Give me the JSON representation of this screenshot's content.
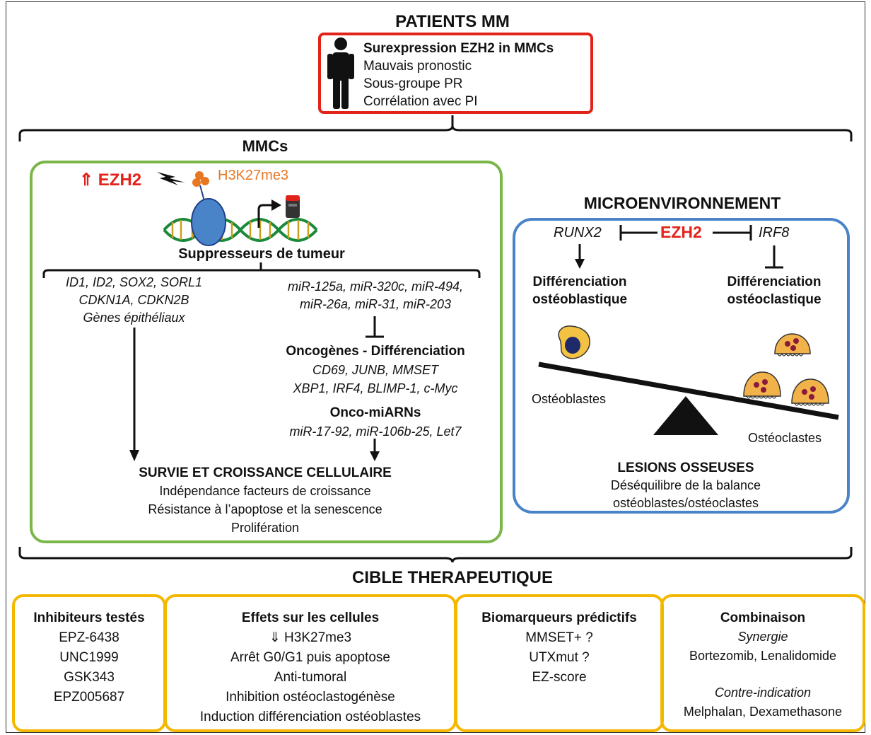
{
  "patients": {
    "title": "PATIENTS MM",
    "line1": "Surexpression EZH2 in MMCs",
    "line2": "Mauvais pronostic",
    "line3": "Sous-groupe PR",
    "line4": "Corrélation avec PI"
  },
  "mmc": {
    "title": "MMCs",
    "ezh2_label": "⇑ EZH2",
    "h3k27_label": "H3K27me3",
    "suppresseurs": "Suppresseurs de tumeur",
    "genes": {
      "l1": "ID1, ID2, SOX2, SORL1",
      "l2": "CDKN1A, CDKN2B",
      "l3": "Gènes épithéliaux"
    },
    "mirs": {
      "l1": "miR-125a, miR-320c, miR-494,",
      "l2": "miR-26a, miR-31, miR-203"
    },
    "oncogenes": {
      "title": "Oncogènes - Différenciation",
      "l1": "CD69, JUNB, MMSET",
      "l2": "XBP1, IRF4, BLIMP-1, c-Myc"
    },
    "oncomir": {
      "title": "Onco-miARNs",
      "l1": "miR-17-92, miR-106b-25, Let7"
    },
    "survie": {
      "title": "SURVIE ET CROISSANCE CELLULAIRE",
      "l1": "Indépendance facteurs de croissance",
      "l2": "Résistance à l’apoptose et la senescence",
      "l3": "Prolifération"
    }
  },
  "micro": {
    "title": "MICROENVIRONNEMENT",
    "runx2": "RUNX2",
    "ezh2": "EZH2",
    "irf8": "IRF8",
    "diff_osteoblast_1": "Différenciation",
    "diff_osteoblast_2": "ostéoblastique",
    "diff_osteoclast_1": "Différenciation",
    "diff_osteoclast_2": "ostéoclastique",
    "osteoblastes": "Ostéoblastes",
    "osteoclastes": "Ostéoclastes",
    "lesions_title": "LESIONS OSSEUSES",
    "lesions_l1": "Déséquilibre de la balance",
    "lesions_l2": "ostéoblastes/ostéoclastes"
  },
  "cible": {
    "title": "CIBLE THERAPEUTIQUE",
    "inhibiteurs": {
      "title": "Inhibiteurs testés",
      "items": [
        "EPZ-6438",
        "UNC1999",
        "GSK343",
        "EPZ005687"
      ]
    },
    "effets": {
      "title": "Effets sur les cellules",
      "items": [
        "⇓ H3K27me3",
        "Arrêt G0/G1 puis apoptose",
        "Anti-tumoral",
        "Inhibition ostéoclastogénèse",
        "Induction différenciation ostéoblastes"
      ]
    },
    "biomarqueurs": {
      "title": "Biomarqueurs prédictifs",
      "items": [
        "MMSET+ ?",
        "UTXmut ?",
        "EZ-score"
      ]
    },
    "combinaison": {
      "title": "Combinaison",
      "synergie": "Synergie",
      "synergie_drugs": "Bortezomib, Lenalidomide",
      "contre": "Contre-indication",
      "contre_drugs": "Melphalan, Dexamethasone"
    }
  },
  "colors": {
    "red": "#e2231a",
    "green": "#7ab648",
    "blue": "#4a84c8",
    "yellow": "#f5b800",
    "orange": "#e87722"
  }
}
